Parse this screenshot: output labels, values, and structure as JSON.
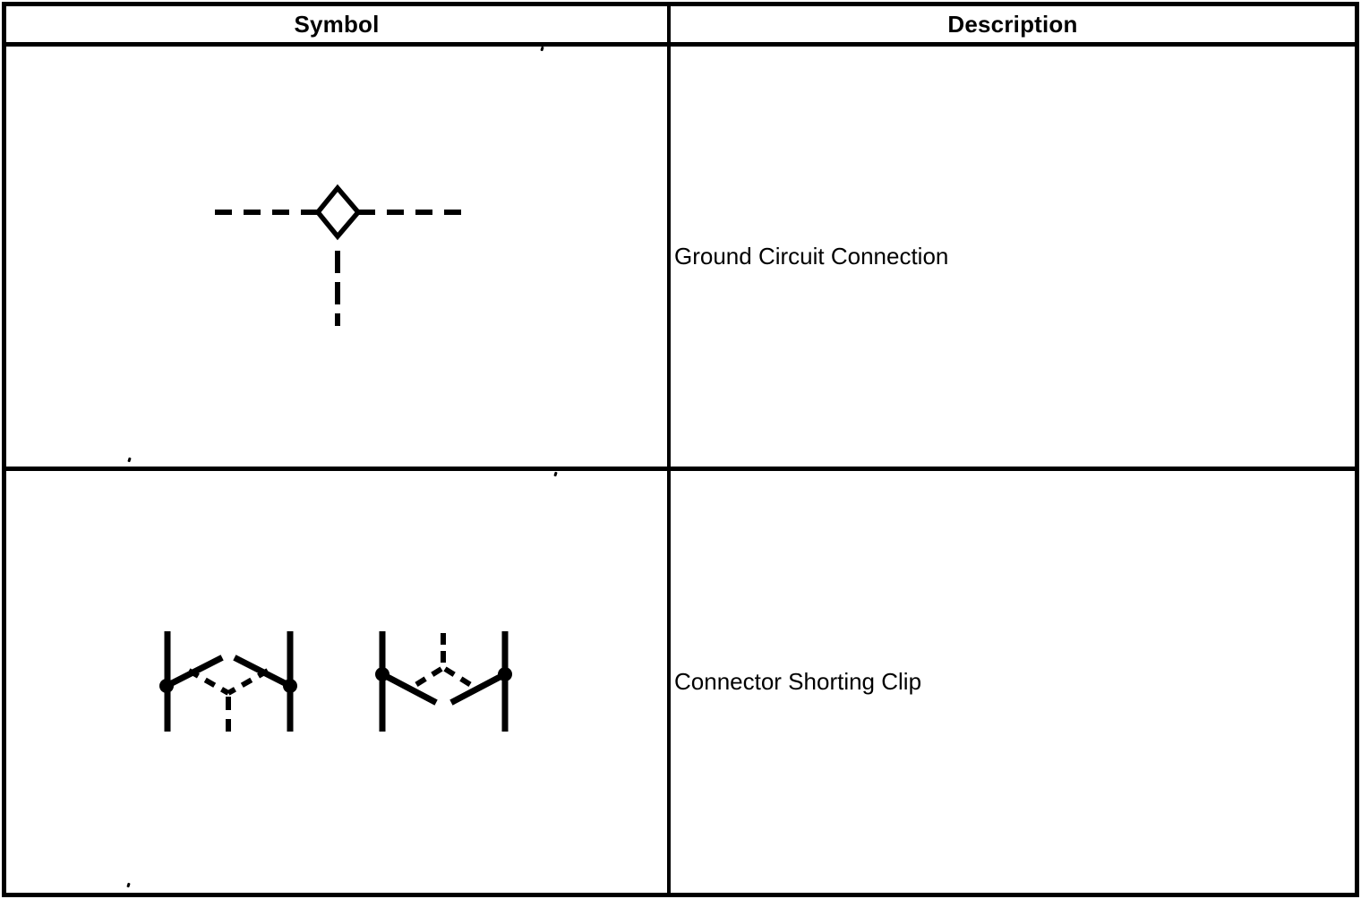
{
  "colors": {
    "ink": "#000000",
    "background": "#ffffff"
  },
  "table": {
    "header": {
      "symbol_label": "Symbol",
      "description_label": "Description"
    },
    "rows": [
      {
        "symbol_name": "ground-circuit-connection-symbol",
        "description": "Ground Circuit Connection"
      },
      {
        "symbol_name": "connector-shorting-clip-symbol",
        "description": "Connector Shorting Clip"
      }
    ]
  }
}
